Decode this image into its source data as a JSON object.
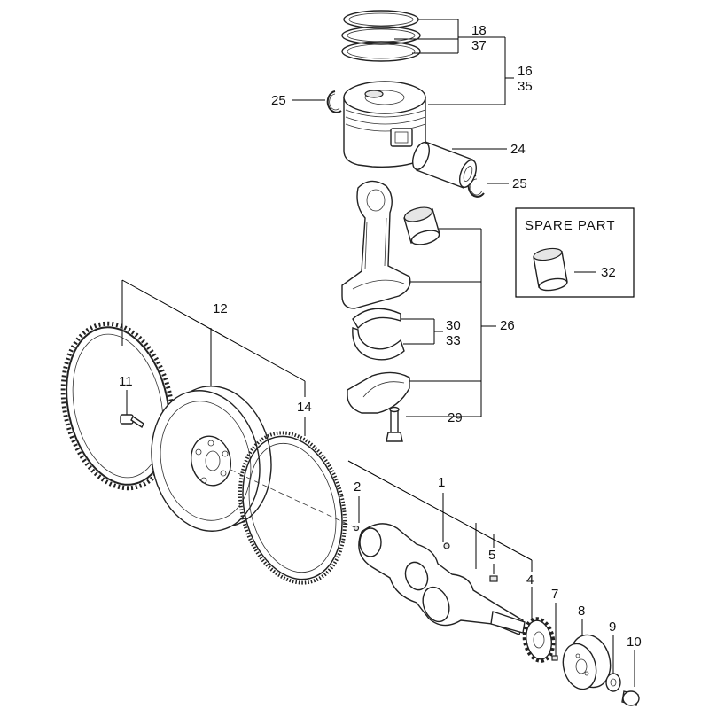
{
  "callouts": {
    "c1": "1",
    "c2": "2",
    "c4": "4",
    "c5": "5",
    "c7": "7",
    "c8": "8",
    "c9": "9",
    "c10": "10",
    "c11": "11",
    "c12": "12",
    "c14": "14",
    "c16": "16",
    "c35": "35",
    "c18": "18",
    "c37": "37",
    "c24": "24",
    "c25a": "25",
    "c25b": "25",
    "c26": "26",
    "c29": "29",
    "c30": "30",
    "c33": "33",
    "c32": "32"
  },
  "spare_box": {
    "title": "SPARE PART"
  }
}
